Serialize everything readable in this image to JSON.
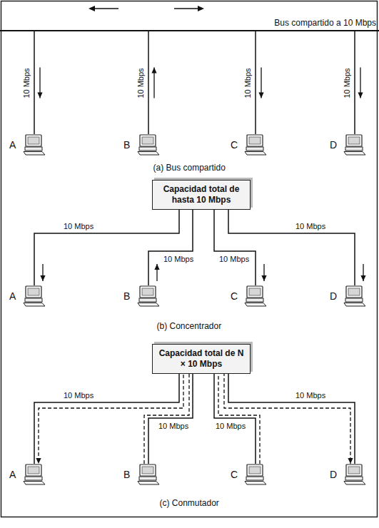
{
  "diagram": {
    "nodes": [
      {
        "text": [
          "Bus compartido a 10 Mbps"
        ]
      },
      {
        "text": [
          "A"
        ]
      },
      {
        "text": [
          "B"
        ]
      },
      {
        "text": [
          "C"
        ]
      },
      {
        "text": [
          "D"
        ]
      },
      {
        "text": [
          "Capacidad total de hasta 10 Mbps"
        ]
      },
      {
        "text": [
          "A"
        ]
      },
      {
        "text": [
          "B"
        ]
      },
      {
        "text": [
          "C"
        ]
      },
      {
        "text": [
          "D"
        ]
      },
      {
        "text": [
          "Capacidad total de N × 10 Mbps"
        ]
      },
      {
        "text": [
          "A"
        ]
      },
      {
        "text": [
          "B"
        ]
      },
      {
        "text": [
          "C"
        ]
      },
      {
        "text": [
          "D"
        ]
      }
    ],
    "edges": [
      {
        "from": 0,
        "to": 1,
        "arrow": "to",
        "label": "10 Mbps"
      },
      {
        "from": 2,
        "to": 0,
        "arrow": "to",
        "label": "10 Mbps"
      },
      {
        "from": 0,
        "to": 3,
        "arrow": "to",
        "label": "10 Mbps"
      },
      {
        "from": 0,
        "to": 4,
        "arrow": "to",
        "label": "10 Mbps"
      },
      {
        "from": 5,
        "to": 6,
        "arrow": "to",
        "label": "10 Mbps"
      },
      {
        "from": 7,
        "to": 5,
        "arrow": "to",
        "label": "10 Mbps"
      },
      {
        "from": 5,
        "to": 8,
        "arrow": "to",
        "label": "10 Mbps"
      },
      {
        "from": 5,
        "to": 9,
        "arrow": "to",
        "label": "10 Mbps"
      },
      {
        "from": 10,
        "to": 11,
        "arrow": "none",
        "label": "10 Mbps"
      },
      {
        "from": 10,
        "to": 12,
        "arrow": "none",
        "label": "10 Mbps"
      },
      {
        "from": 10,
        "to": 13,
        "arrow": "none",
        "label": "10 Mbps"
      },
      {
        "from": 10,
        "to": 14,
        "arrow": "none",
        "label": "10 Mbps"
      },
      {
        "from": 12,
        "to": 11,
        "arrow": "to"
      },
      {
        "from": 13,
        "to": 14,
        "arrow": "to"
      }
    ],
    "labels": [
      "(a) Bus compartido",
      "(b) Concentrador",
      "(c) Conmutador"
    ]
  }
}
